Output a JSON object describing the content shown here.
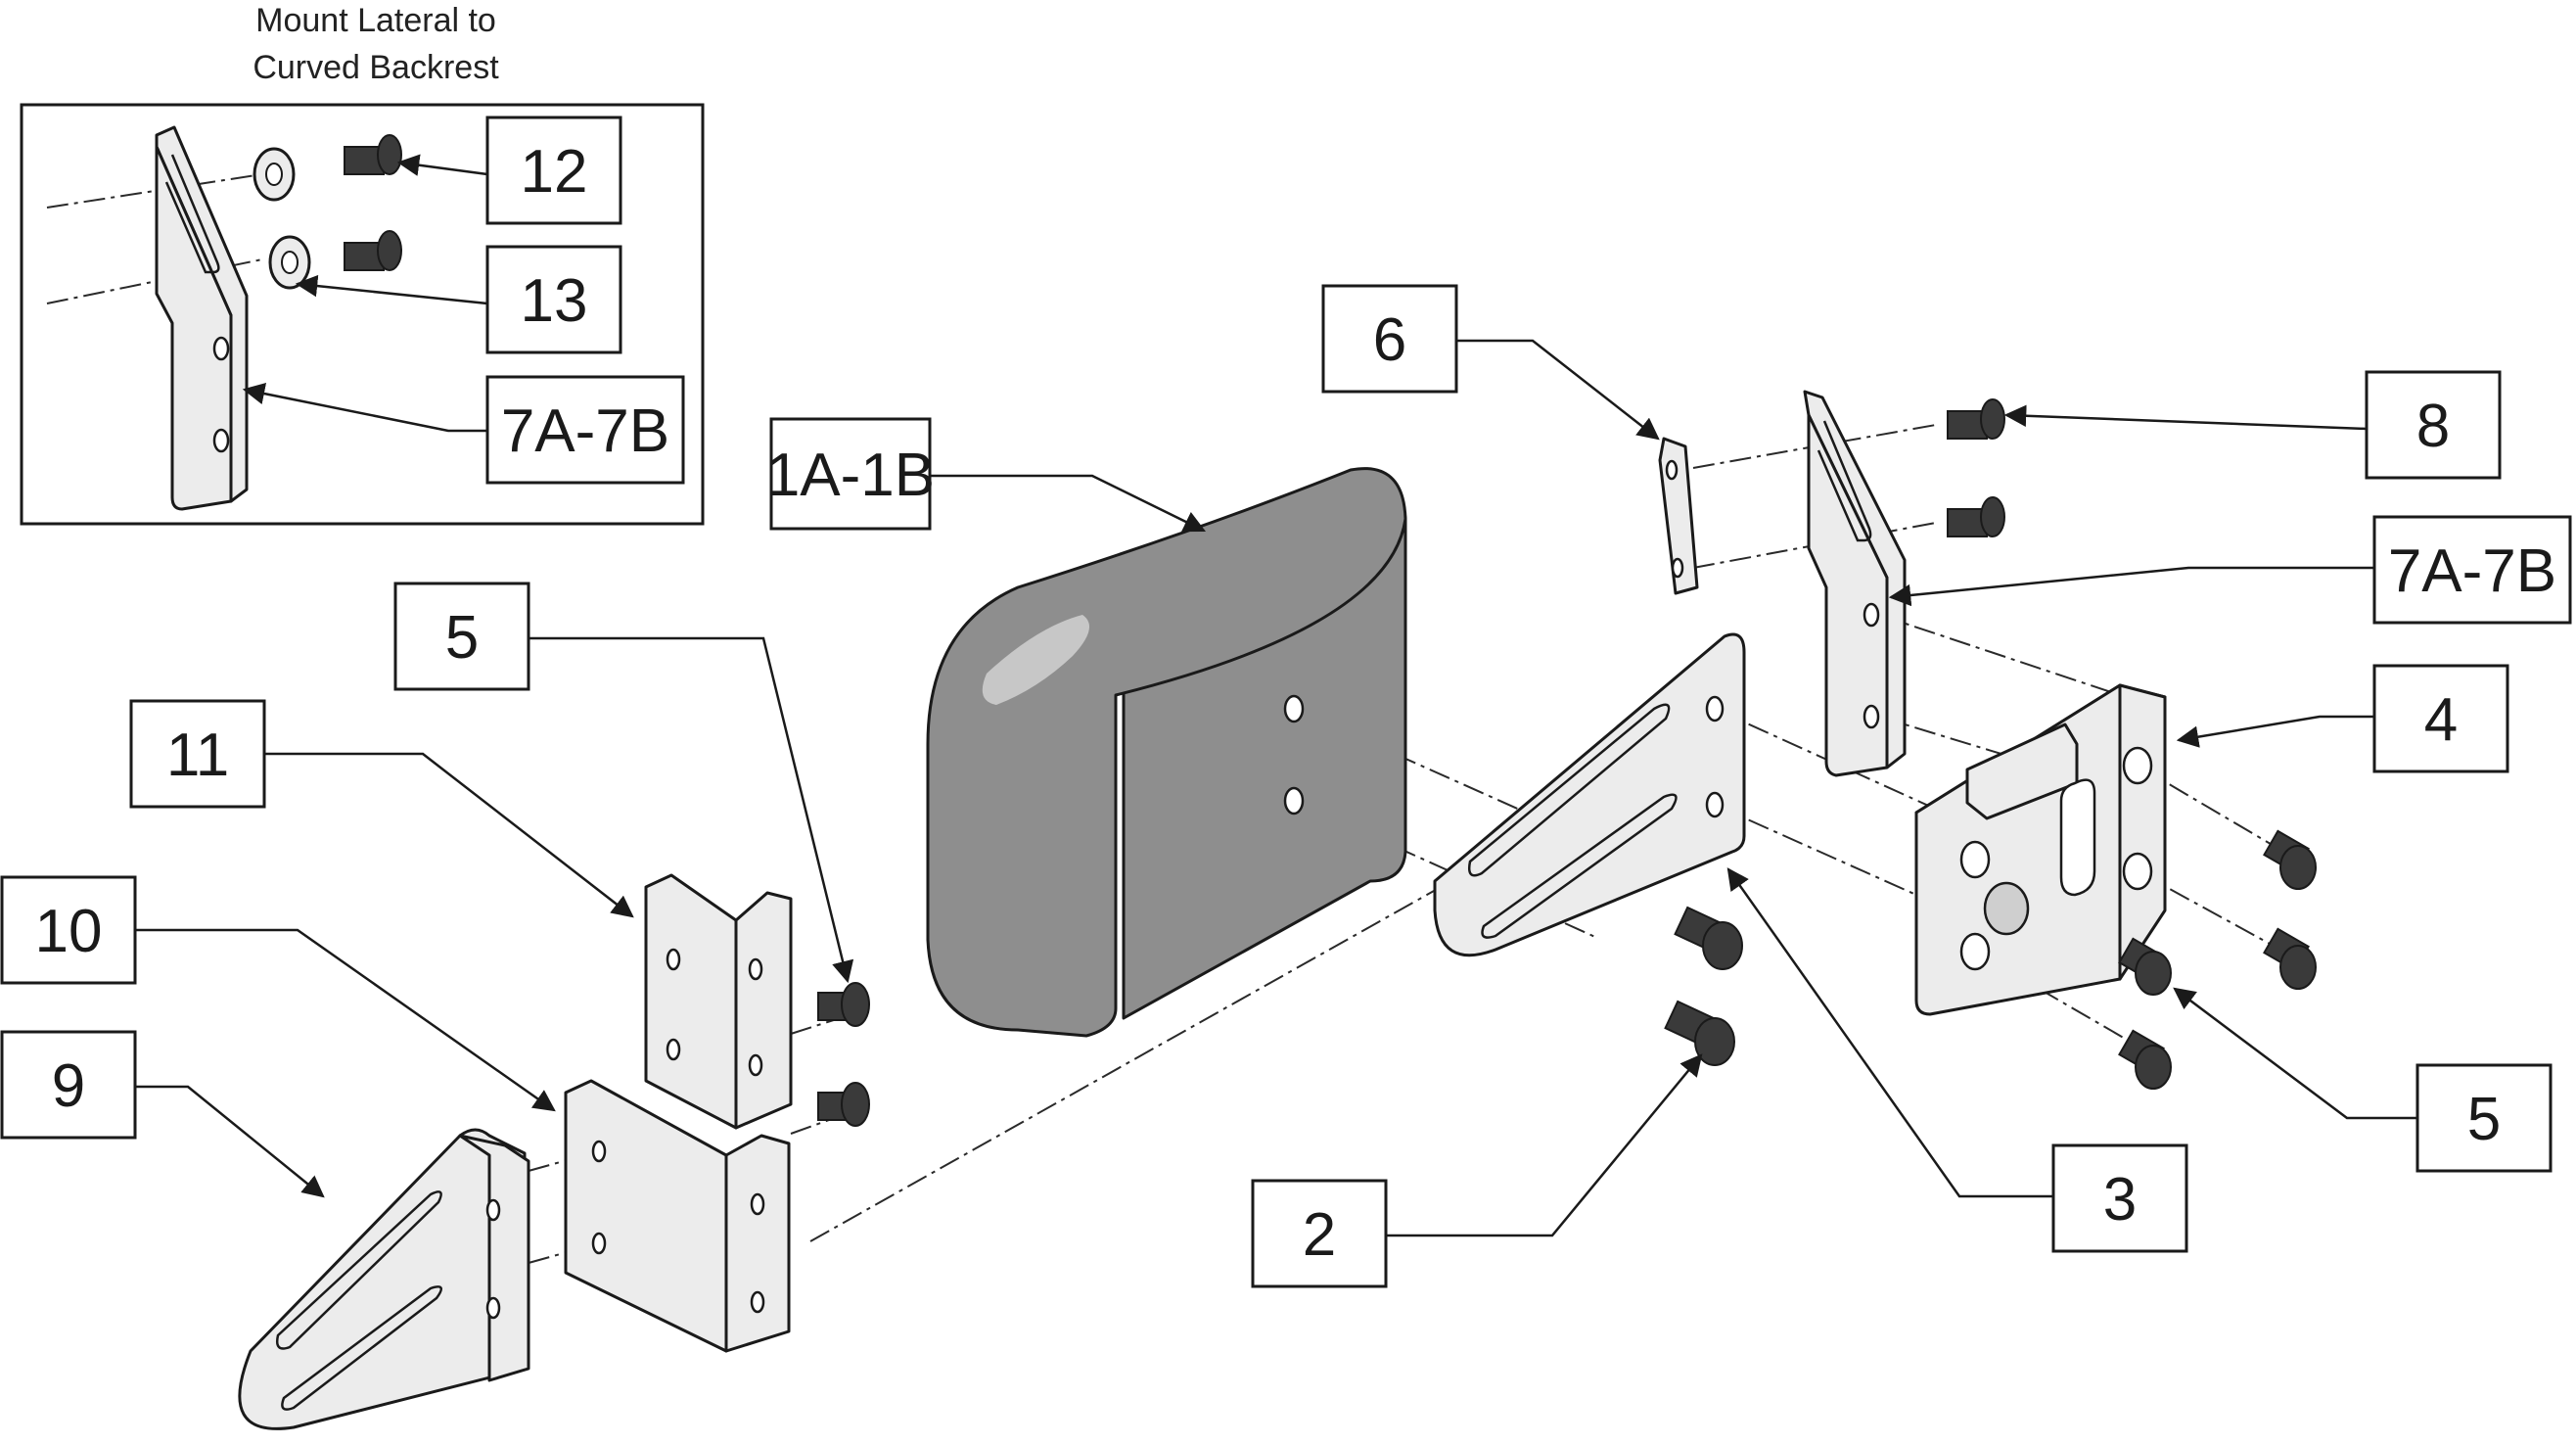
{
  "inset": {
    "caption_line1": "Mount Lateral to",
    "caption_line2": "Curved Backrest"
  },
  "callouts": {
    "c12": "12",
    "c13": "13",
    "c7_inset": "7A-7B",
    "c6": "6",
    "c8": "8",
    "c7": "7A-7B",
    "c1": "1A-1B",
    "c4": "4",
    "c5_left": "5",
    "c11": "11",
    "c10": "10",
    "c9": "9",
    "c5_right": "5",
    "c3": "3",
    "c2": "2"
  },
  "colors": {
    "part_fill": "#ececec",
    "pad_fill": "#8e8e8e",
    "pad_highlight": "#c7c7c7",
    "screw_fill": "#3a3a3a",
    "line": "#1a1a1a"
  }
}
